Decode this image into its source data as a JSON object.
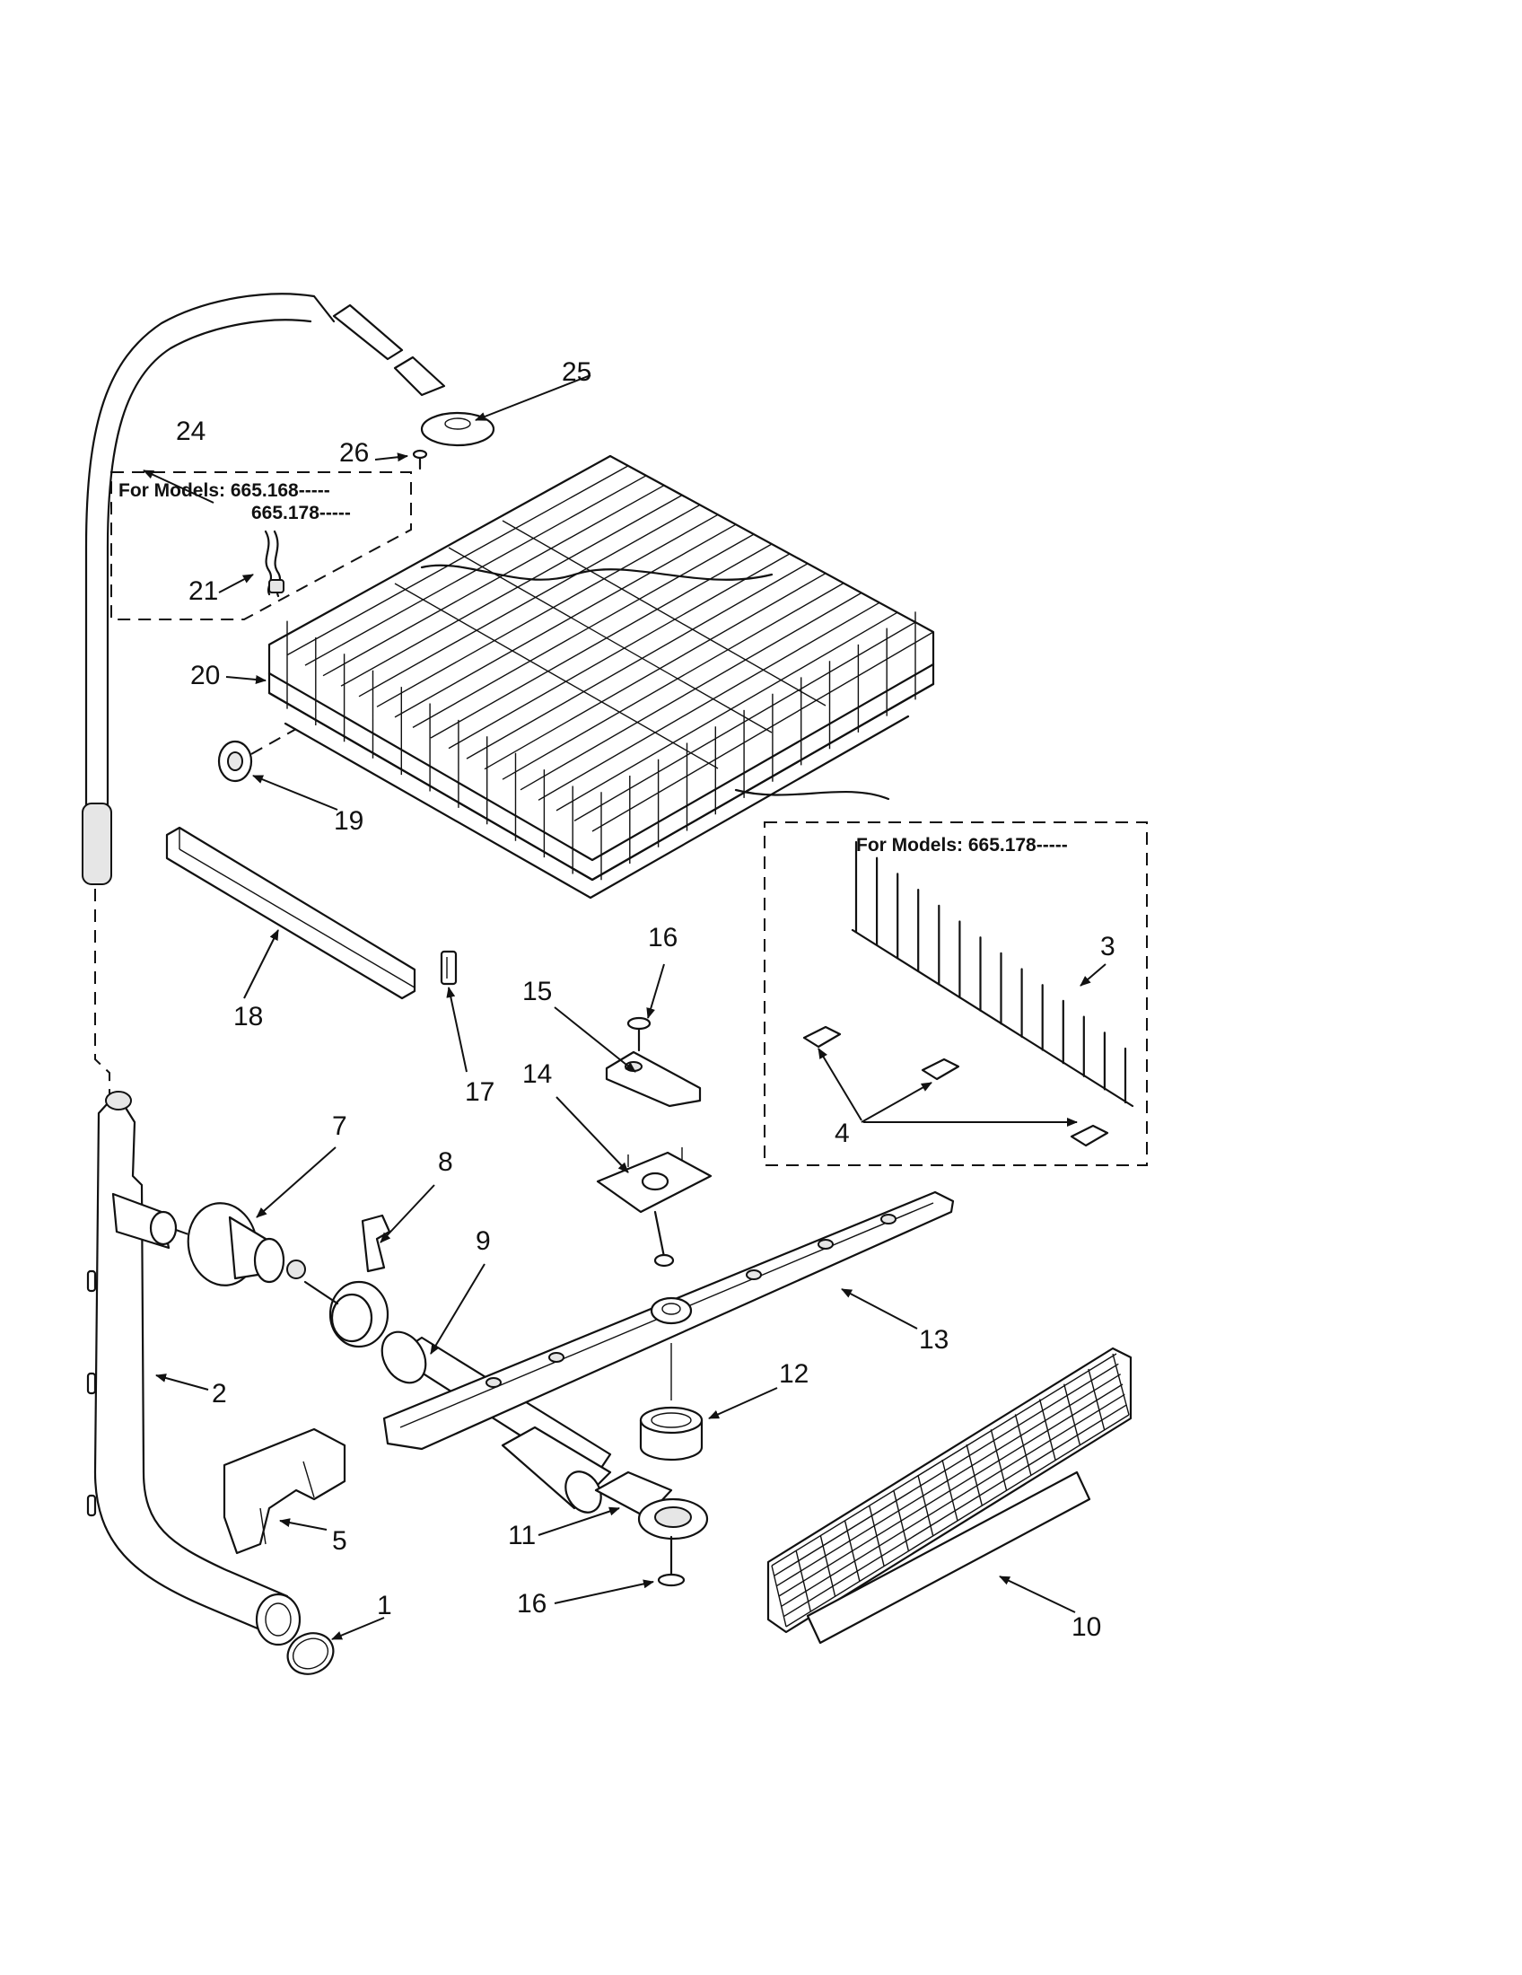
{
  "callouts": {
    "c1": "1",
    "c2": "2",
    "c3": "3",
    "c4": "4",
    "c5": "5",
    "c7": "7",
    "c8": "8",
    "c9": "9",
    "c10": "10",
    "c11": "11",
    "c12": "12",
    "c13": "13",
    "c14": "14",
    "c15": "15",
    "c16a": "16",
    "c16b": "16",
    "c17": "17",
    "c18": "18",
    "c19": "19",
    "c20": "20",
    "c21": "21",
    "c24": "24",
    "c25": "25",
    "c26": "26"
  },
  "model_boxes": {
    "upper_left": {
      "line1": "For Models: 665.168-----",
      "line2": "665.178-----"
    },
    "right": {
      "line1": "For Models: 665.178-----"
    }
  }
}
